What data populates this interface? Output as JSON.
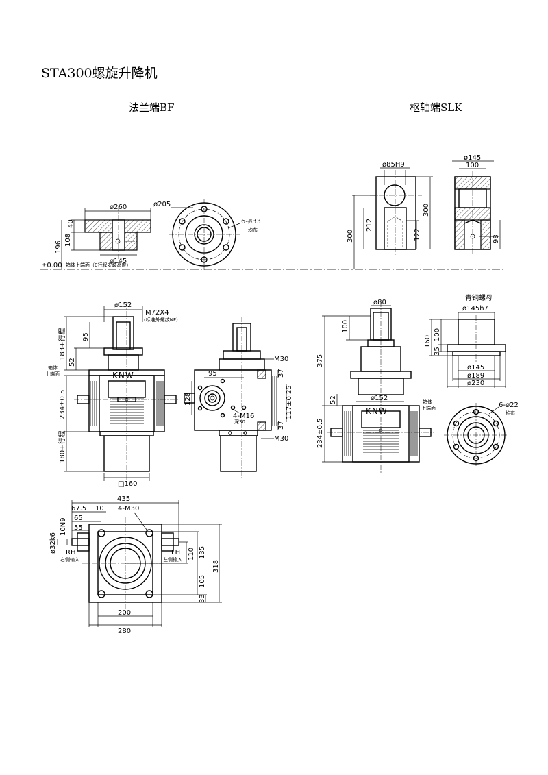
{
  "title": "STA300螺旋升降机",
  "sections": {
    "flange_end": "法兰端BF",
    "pivot_end": "枢轴端SLK"
  },
  "brand": "KNW",
  "labels": {
    "datum": "±0.00",
    "datum_note": "箱体上端面（0行程安装高度）",
    "evenly": "均布",
    "box_upper_face": "箱体\n上端面",
    "box_upper_face_a": "箱体",
    "box_upper_face_b": "上端面",
    "thread_note": "(标准外螺纹NF)",
    "tapped_depth": "深30",
    "bronze_nut": "青铜螺母",
    "rh": "RH",
    "rh_note": "右侧输入",
    "lh": "LH",
    "lh_note": "左侧输入"
  },
  "dims": {
    "bf_d260": "ø260",
    "bf_40": "40",
    "bf_108": "108",
    "bf_196": "196",
    "bf_d145": "ø145",
    "bf_d205": "ø205",
    "bf_holes": "6-ø33",
    "slk_d85": "ø85H9",
    "slk_212": "212",
    "slk_300": "300",
    "slk_122": "122",
    "slk_300b": "300",
    "slk_d145": "ø145",
    "slk_100": "100",
    "slk_98": "98",
    "fv_d152": "ø152",
    "fv_thread": "M72X4",
    "fv_95": "95",
    "fv_183": "183+行程",
    "fv_52": "52",
    "fv_234": "234±0.5",
    "fv_180": "180+行程",
    "fv_sq160": "□160",
    "sv_m30a": "M30",
    "sv_95": "95",
    "sv_37a": "37",
    "sv_128": "128",
    "sv_m16": "4-M16",
    "sv_117": "117±0.25",
    "sv_37b": "37",
    "sv_m30b": "M30",
    "tn_d80": "ø80",
    "tn_100": "100",
    "tn_375": "375",
    "tn_52": "52",
    "tn_d152": "ø152",
    "tn_234": "234±0.5",
    "nut_d145h7": "ø145h7",
    "nut_160": "160",
    "nut_100": "100",
    "nut_35": "35",
    "nut_d145": "ø145",
    "nut_d189": "ø189",
    "nut_d230": "ø230",
    "nut_holes": "6-ø22",
    "tv_435": "435",
    "tv_675": "67.5",
    "tv_10": "10",
    "tv_m30": "4-M30",
    "tv_65": "65",
    "tv_55": "55",
    "tv_10n9": "10N9",
    "tv_d32": "ø32k6",
    "tv_110": "110",
    "tv_135": "135",
    "tv_318": "318",
    "tv_105": "105",
    "tv_33": "33",
    "tv_200": "200",
    "tv_280": "280"
  }
}
